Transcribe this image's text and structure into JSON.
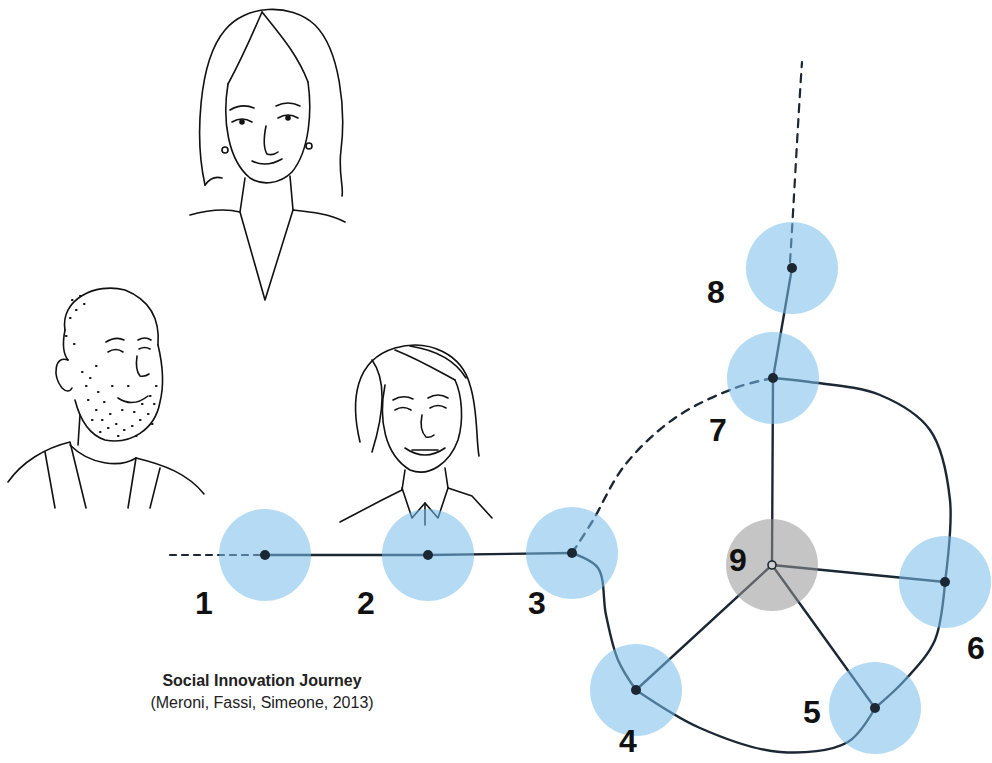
{
  "diagram": {
    "title": "Social Innovation Journey",
    "caption": "(Meroni, Fassi, Simeone, 2013)",
    "nodes": [
      {
        "text": [
          "1"
        ]
      },
      {
        "text": [
          "2"
        ]
      },
      {
        "text": [
          "3"
        ]
      },
      {
        "text": [
          "4"
        ]
      },
      {
        "text": [
          "5"
        ]
      },
      {
        "text": [
          "6"
        ]
      },
      {
        "text": [
          "7"
        ]
      },
      {
        "text": [
          "8"
        ]
      },
      {
        "text": [
          "9"
        ]
      }
    ],
    "edges": [
      {
        "from": 0,
        "to": 1,
        "arrow": "none"
      },
      {
        "from": 1,
        "to": 2,
        "arrow": "none"
      },
      {
        "from": 2,
        "to": 3,
        "arrow": "none"
      },
      {
        "from": 3,
        "to": 4,
        "arrow": "none"
      },
      {
        "from": 4,
        "to": 5,
        "arrow": "none"
      },
      {
        "from": 5,
        "to": 6,
        "arrow": "none"
      },
      {
        "from": 6,
        "to": 7,
        "arrow": "none"
      },
      {
        "from": 2,
        "to": 6,
        "arrow": "none"
      },
      {
        "from": 8,
        "to": 3,
        "arrow": "none"
      },
      {
        "from": 8,
        "to": 4,
        "arrow": "none"
      },
      {
        "from": 8,
        "to": 5,
        "arrow": "none"
      },
      {
        "from": 8,
        "to": 6,
        "arrow": "none"
      }
    ]
  }
}
